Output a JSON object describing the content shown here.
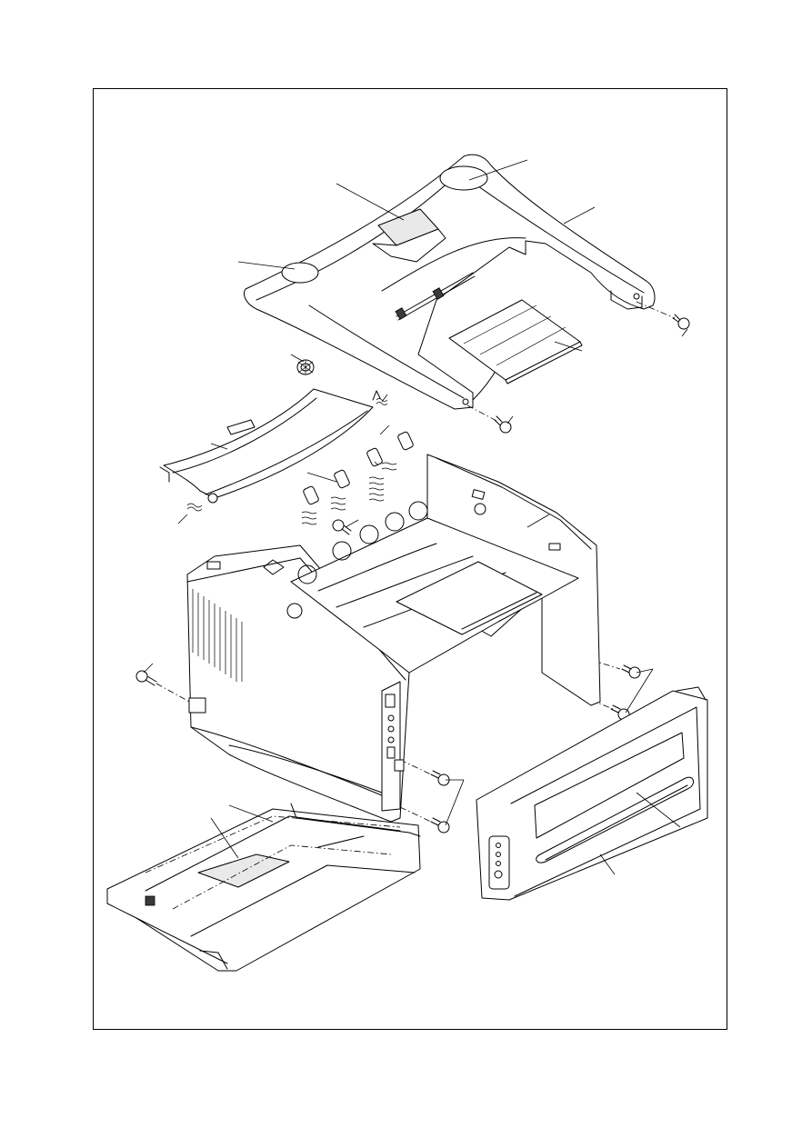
{
  "diagram": {
    "type": "exploded-parts-view",
    "colors": {
      "line": "#000000",
      "background": "#ffffff",
      "label_plate": "#e9e9e9"
    },
    "parts": [
      {
        "id": "top-cover",
        "icon": "top-cover-shape"
      },
      {
        "id": "top-cover-label",
        "icon": "label-plate-shape"
      },
      {
        "id": "top-cover-badge-left",
        "icon": "oval-badge-shape"
      },
      {
        "id": "top-cover-badge-right",
        "icon": "oval-badge-shape"
      },
      {
        "id": "output-tray-extension",
        "icon": "tray-flap-shape"
      },
      {
        "id": "paper-guide",
        "icon": "guide-shape"
      },
      {
        "id": "gear",
        "icon": "gear-icon"
      },
      {
        "id": "exit-rollers",
        "icon": "roller-icon"
      },
      {
        "id": "springs",
        "icon": "spring-icon"
      },
      {
        "id": "main-frame-cover",
        "icon": "frame-shape"
      },
      {
        "id": "front-cover",
        "icon": "front-panel-shape"
      },
      {
        "id": "paper-tray",
        "icon": "tray-shape"
      },
      {
        "id": "screws",
        "icon": "screw-icon"
      }
    ]
  }
}
